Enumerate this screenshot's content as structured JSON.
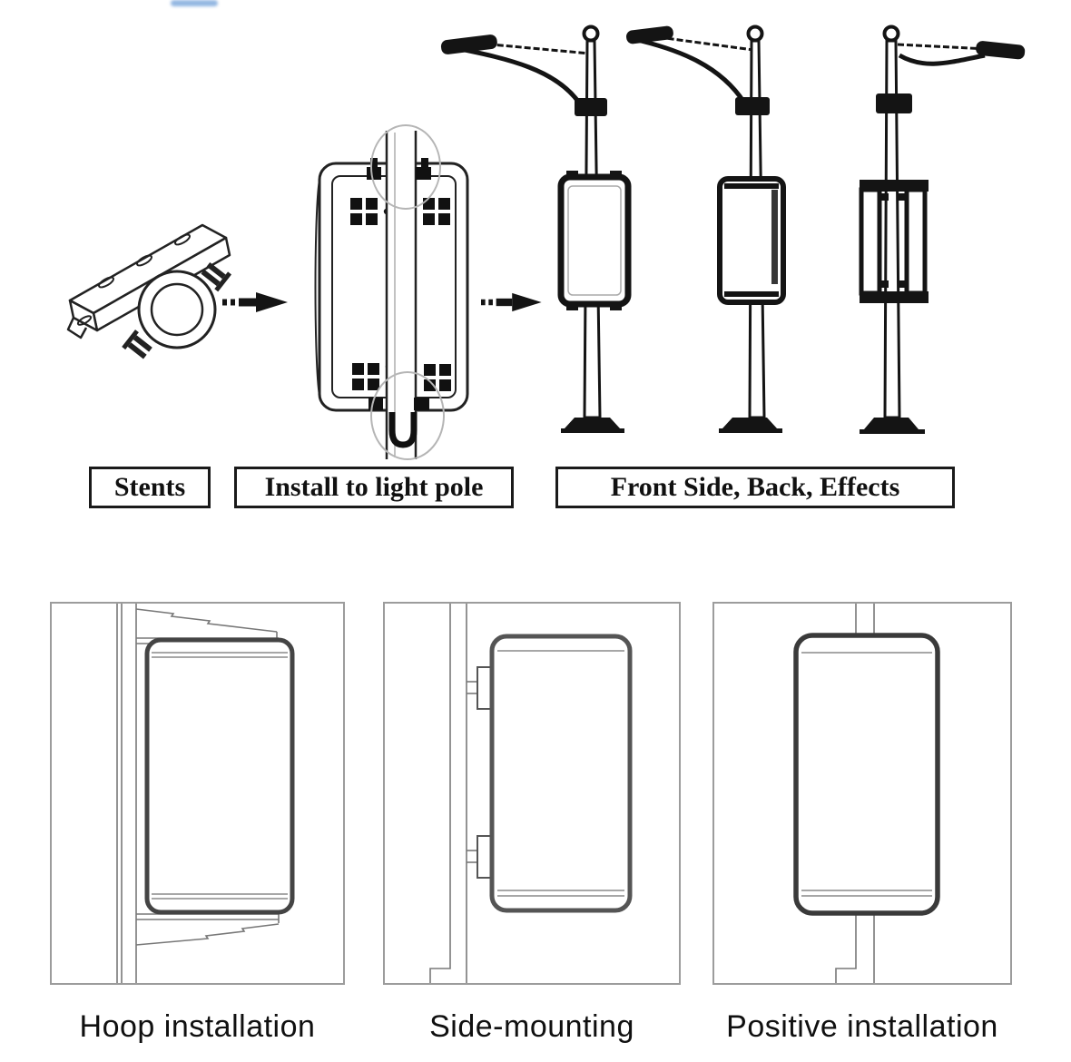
{
  "figure": {
    "type": "street-light-controller-installation-diagram",
    "background": "#ffffff",
    "artifact_color": "#6f9fd8"
  },
  "step_labels": {
    "stents": "Stents",
    "install": "Install to light pole",
    "effects": "Front Side, Back, Effects"
  },
  "mounting_labels": {
    "hoop": "Hoop installation",
    "side": "Side-mounting",
    "positive": "Positive installation"
  },
  "colors": {
    "ink": "#141414",
    "thin_line": "#787878",
    "panel_border": "#9c9c9c",
    "device_stroke": "#3d3d3d",
    "label_box_border": "#1a1a1a",
    "highlight_ellipse": "#b5b5b5"
  }
}
